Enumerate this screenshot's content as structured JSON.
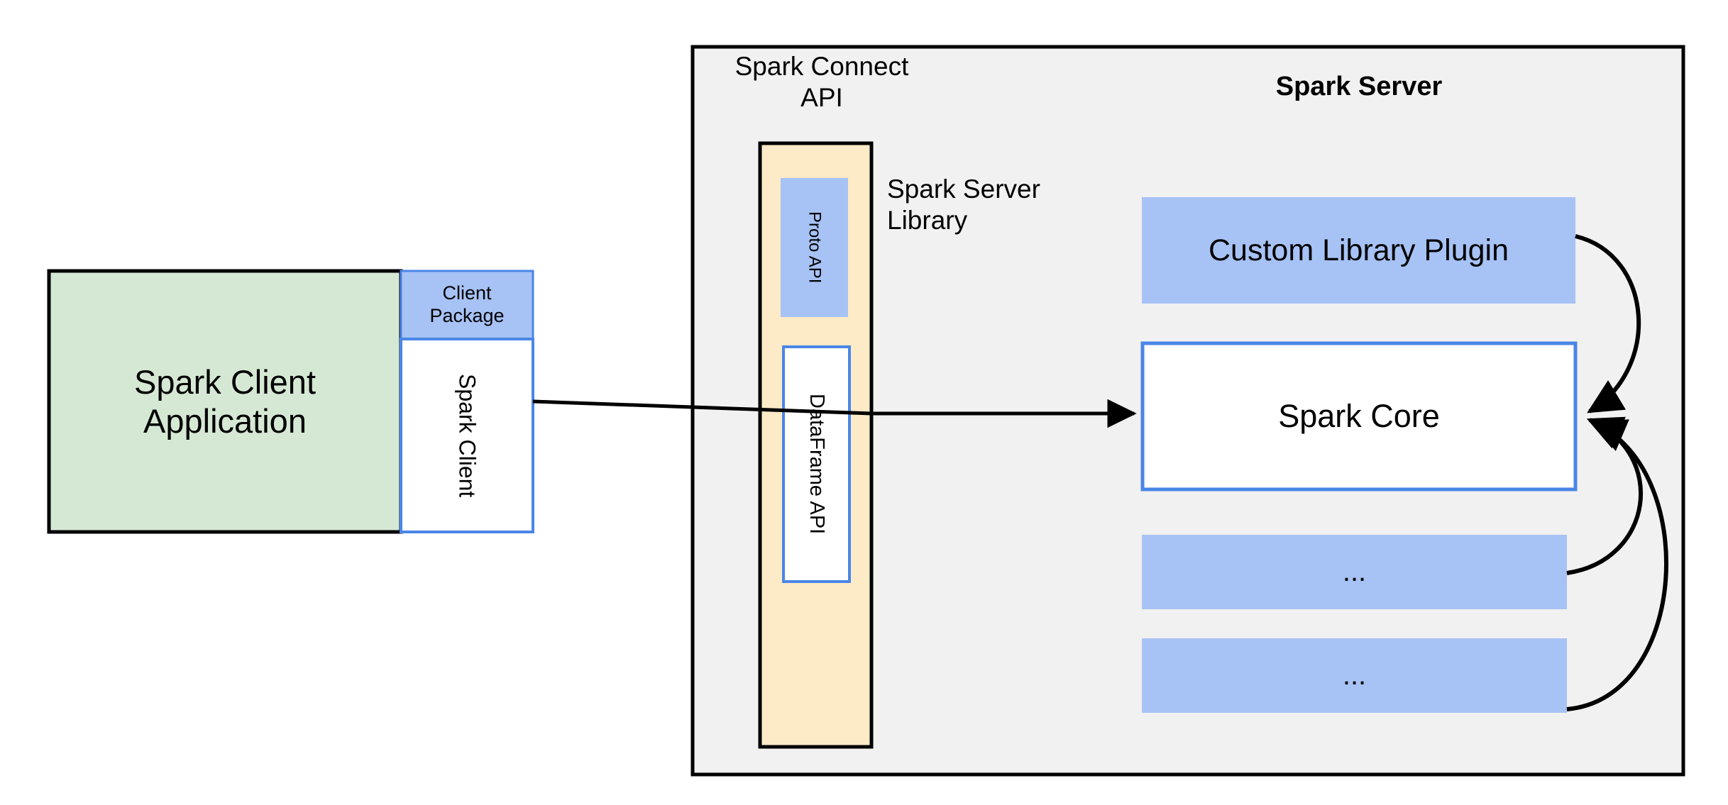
{
  "diagram": {
    "title": "Spark Connect architecture",
    "background": "#ffffff",
    "colors": {
      "server_panel_fill": "#f1f1f1",
      "server_panel_stroke": "#000000",
      "client_app_fill": "#d5e8d4",
      "client_app_stroke": "#000000",
      "blue_fill": "#a7c2f5",
      "blue_stroke": "#4a86e8",
      "yellow_fill": "#fdeac7",
      "yellow_stroke": "#000000",
      "white_fill": "#ffffff",
      "arrow_stroke": "#000000"
    }
  },
  "client": {
    "application": {
      "label": "Spark Client\nApplication"
    },
    "package": {
      "label": "Client\nPackage"
    },
    "spark_client": {
      "label": "Spark Client",
      "orientation": "vertical"
    }
  },
  "server_panel": {
    "connect_api_label": "Spark Connect\nAPI",
    "server_title": "Spark Server",
    "server_library_label": "Spark Server\nLibrary",
    "connect_column": {
      "items": [
        {
          "label": "Proto API",
          "orientation": "vertical",
          "style": "blue-fill"
        },
        {
          "label": "DataFrame API",
          "orientation": "vertical",
          "style": "white-blue-border"
        }
      ]
    },
    "components": [
      {
        "label": "Custom Library Plugin",
        "style": "blue-fill"
      },
      {
        "label": "Spark Core",
        "style": "white-blue-border"
      },
      {
        "label": "...",
        "style": "blue-fill"
      },
      {
        "label": "...",
        "style": "blue-fill"
      }
    ]
  },
  "connections": [
    {
      "from": "Spark Client",
      "to": "Spark Core",
      "style": "straight-arrow"
    },
    {
      "from": "Custom Library Plugin",
      "to": "Spark Core",
      "style": "curved-arrow"
    },
    {
      "from": "...",
      "to": "Spark Core",
      "style": "curved-arrow"
    },
    {
      "from": "...",
      "to": "Spark Core",
      "style": "curved-arrow"
    }
  ]
}
